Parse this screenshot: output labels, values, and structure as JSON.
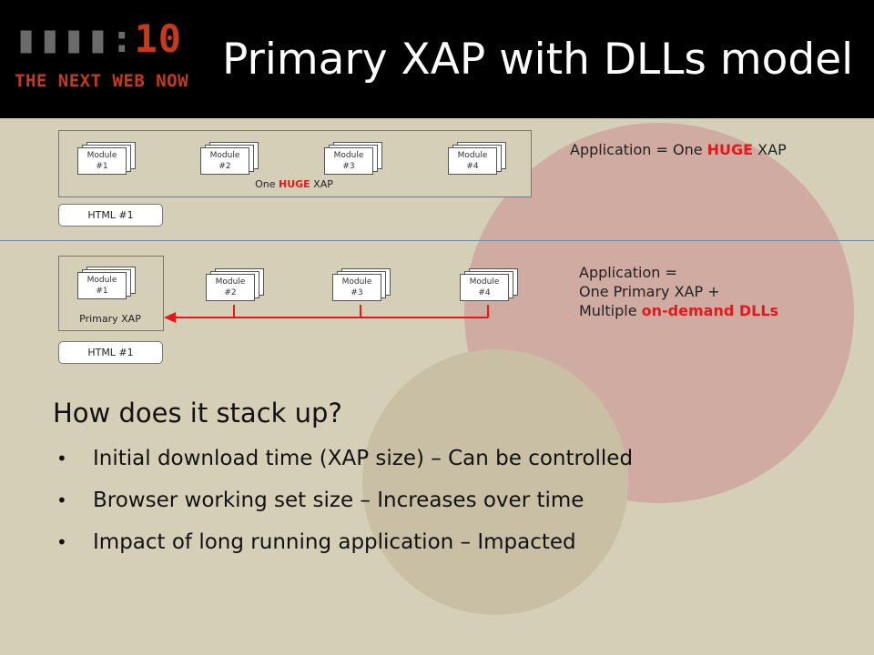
{
  "header": {
    "logo_main": "10",
    "logo_sub": "THE NEXT WEB NOW",
    "title": "Primary XAP with DLLs model"
  },
  "top_diagram": {
    "container_label_prefix": "One ",
    "container_label_emphasis": "HUGE",
    "container_label_suffix": " XAP",
    "modules": [
      {
        "line1": "Module",
        "line2": "#1"
      },
      {
        "line1": "Module",
        "line2": "#2"
      },
      {
        "line1": "Module",
        "line2": "#3"
      },
      {
        "line1": "Module",
        "line2": "#4"
      }
    ],
    "html_label": "HTML #1",
    "app_text_prefix": "Application = One ",
    "app_text_emphasis": "HUGE",
    "app_text_suffix": " XAP"
  },
  "bottom_diagram": {
    "primary_label": "Primary XAP",
    "modules": [
      {
        "line1": "Module",
        "line2": "#1"
      },
      {
        "line1": "Module",
        "line2": "#2"
      },
      {
        "line1": "Module",
        "line2": "#3"
      },
      {
        "line1": "Module",
        "line2": "#4"
      }
    ],
    "html_label": "HTML #1",
    "app_line1": "Application =",
    "app_line2": "One Primary XAP +",
    "app_line3_prefix": "Multiple ",
    "app_line3_emphasis": "on-demand DLLs"
  },
  "content": {
    "heading": "How does it stack up?",
    "bullets": [
      "Initial download time (XAP size) – Can be controlled",
      "Browser working set size – Increases over time",
      "Impact of long running application – Impacted"
    ]
  },
  "colors": {
    "accent_red": "#e41a1a",
    "header_bg": "#000000",
    "slide_bg": "#d6cfb8"
  }
}
